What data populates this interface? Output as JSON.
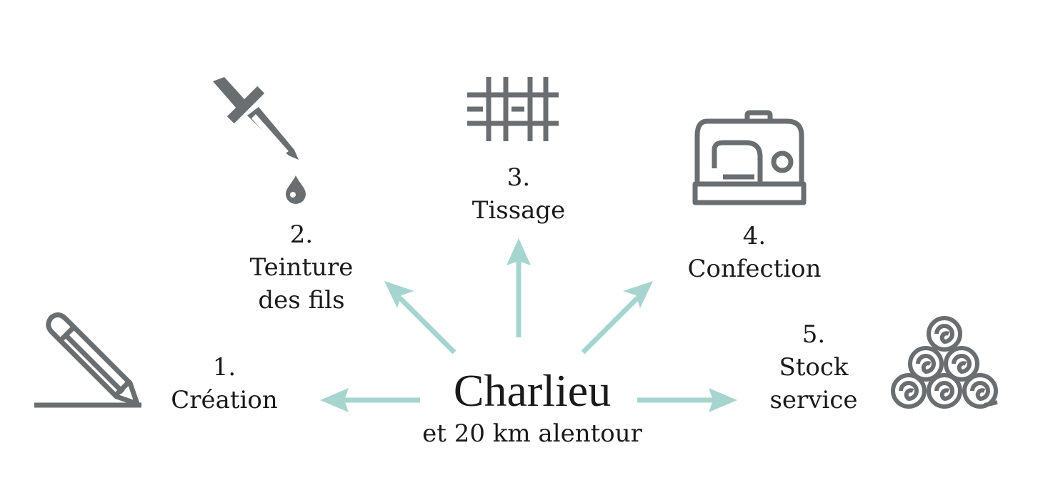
{
  "center": {
    "title": "Charlieu",
    "subtitle": "et 20 km alentour"
  },
  "steps": [
    {
      "number": "1.",
      "label_lines": [
        "Création"
      ],
      "icon": "pencil-icon"
    },
    {
      "number": "2.",
      "label_lines": [
        "Teinture",
        "des fils"
      ],
      "icon": "dropper-icon"
    },
    {
      "number": "3.",
      "label_lines": [
        "Tissage"
      ],
      "icon": "weave-icon"
    },
    {
      "number": "4.",
      "label_lines": [
        "Confection"
      ],
      "icon": "sewing-machine-icon"
    },
    {
      "number": "5.",
      "label_lines": [
        "Stock",
        "service"
      ],
      "icon": "fabric-rolls-icon"
    }
  ],
  "colors": {
    "icon": "#6b6e71",
    "arrow": "#a6d5cf",
    "text": "#1a1a1a"
  }
}
